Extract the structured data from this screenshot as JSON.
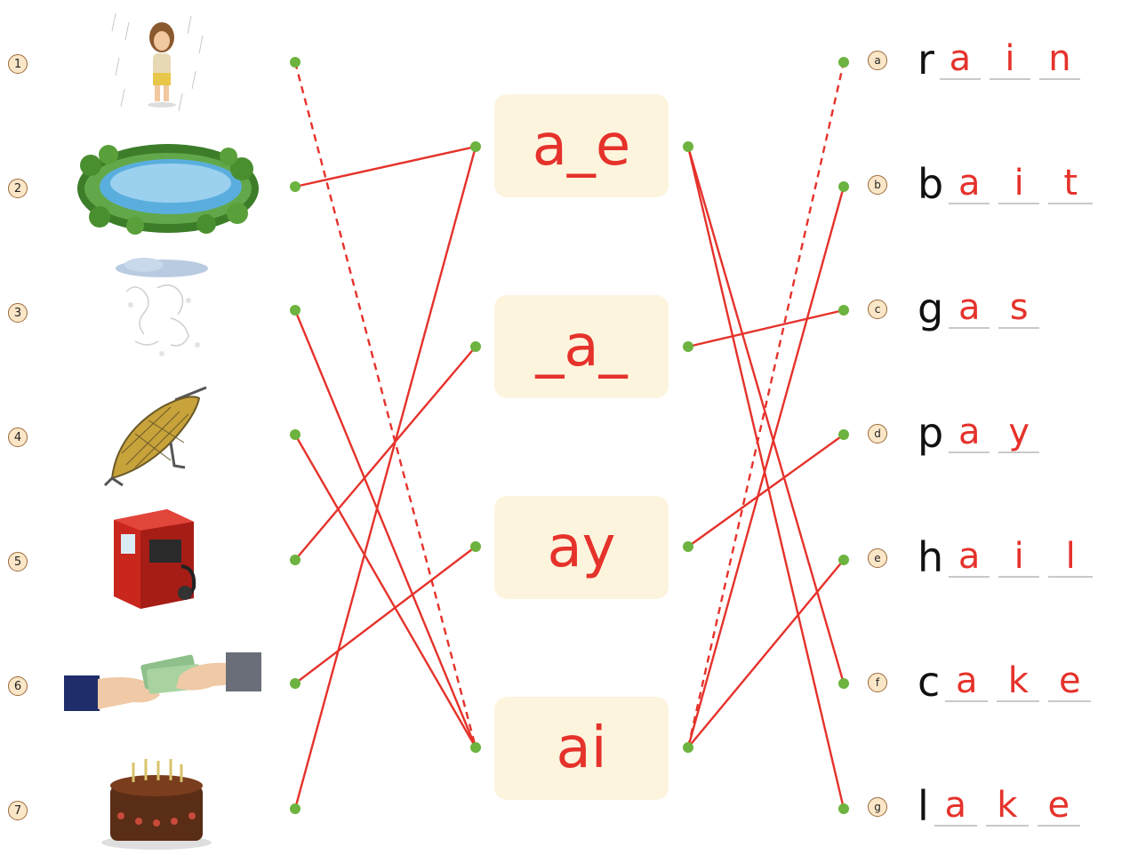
{
  "pictures": [
    {
      "num": "1",
      "icon": "person-in-rain-icon"
    },
    {
      "num": "2",
      "icon": "lake-icon"
    },
    {
      "num": "3",
      "icon": "hail-cloud-icon"
    },
    {
      "num": "4",
      "icon": "fish-on-hook-bait-icon"
    },
    {
      "num": "5",
      "icon": "gas-pump-icon"
    },
    {
      "num": "6",
      "icon": "hand-paying-money-icon"
    },
    {
      "num": "7",
      "icon": "birthday-cake-icon"
    }
  ],
  "patterns": [
    {
      "label": "a_e"
    },
    {
      "label": "_a_"
    },
    {
      "label": "ay"
    },
    {
      "label": "ai"
    }
  ],
  "words": [
    {
      "letter": "a",
      "first": "r",
      "answers": [
        "a",
        "i",
        "n"
      ]
    },
    {
      "letter": "b",
      "first": "b",
      "answers": [
        "a",
        "i",
        "t"
      ]
    },
    {
      "letter": "c",
      "first": "g",
      "answers": [
        "a",
        "s"
      ]
    },
    {
      "letter": "d",
      "first": "p",
      "answers": [
        "a",
        "y"
      ]
    },
    {
      "letter": "e",
      "first": "h",
      "answers": [
        "a",
        "i",
        "l"
      ]
    },
    {
      "letter": "f",
      "first": "c",
      "answers": [
        "a",
        "k",
        "e"
      ]
    },
    {
      "letter": "g",
      "first": "l",
      "answers": [
        "a",
        "k",
        "e"
      ]
    }
  ],
  "connections_left": [
    {
      "picture": "1",
      "pattern": "ai",
      "style": "dashed"
    },
    {
      "picture": "2",
      "pattern": "a_e",
      "style": "solid"
    },
    {
      "picture": "3",
      "pattern": "ai",
      "style": "solid"
    },
    {
      "picture": "4",
      "pattern": "ai",
      "style": "solid"
    },
    {
      "picture": "5",
      "pattern": "_a_",
      "style": "solid"
    },
    {
      "picture": "6",
      "pattern": "ay",
      "style": "solid"
    },
    {
      "picture": "7",
      "pattern": "a_e",
      "style": "solid"
    }
  ],
  "connections_right": [
    {
      "pattern": "ai",
      "word": "a",
      "style": "dashed"
    },
    {
      "pattern": "ai",
      "word": "b",
      "style": "solid"
    },
    {
      "pattern": "_a_",
      "word": "c",
      "style": "solid"
    },
    {
      "pattern": "ay",
      "word": "d",
      "style": "solid"
    },
    {
      "pattern": "ai",
      "word": "e",
      "style": "solid"
    },
    {
      "pattern": "a_e",
      "word": "f",
      "style": "solid"
    },
    {
      "pattern": "a_e",
      "word": "g",
      "style": "solid"
    }
  ],
  "colors": {
    "line": "#e5322b",
    "dot": "#6cb33f",
    "answer": "#e5322b",
    "box": "#fdf4de"
  }
}
